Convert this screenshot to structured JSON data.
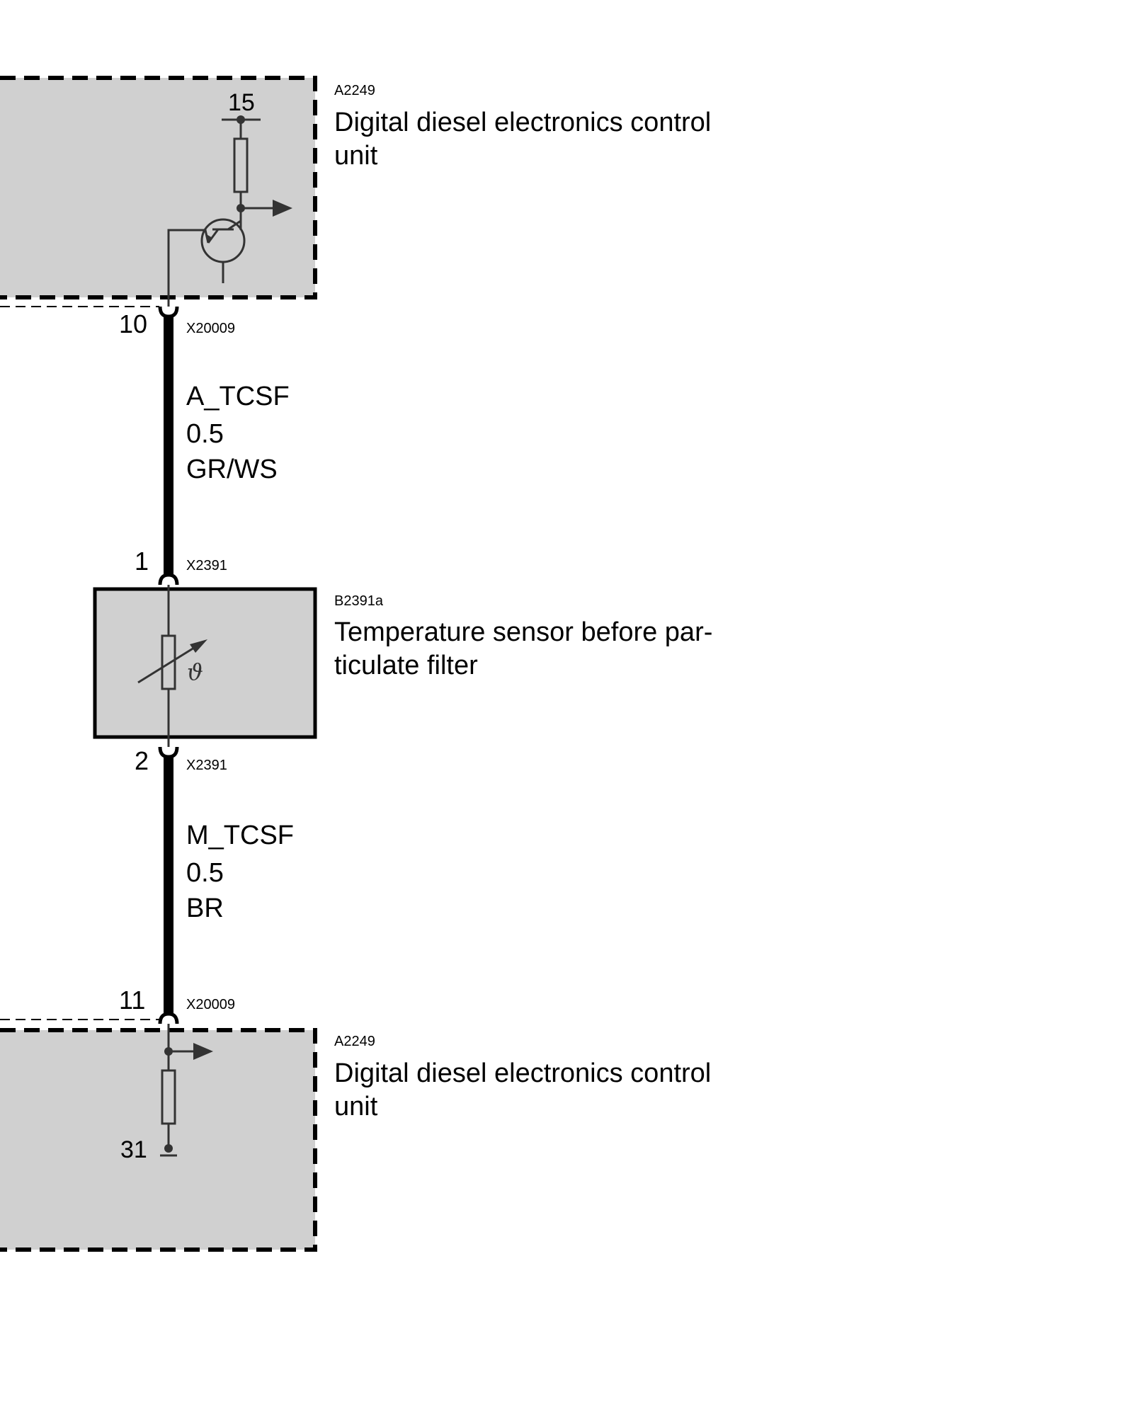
{
  "components": {
    "ecu_top": {
      "id": "A2249",
      "name_line1": "Digital diesel electronics control",
      "name_line2": "unit",
      "supply_terminal": "15"
    },
    "sensor": {
      "id": "B2391a",
      "name_line1": "Temperature sensor before par-",
      "name_line2": "ticulate filter",
      "symbol": "ϑ"
    },
    "ecu_bottom": {
      "id": "A2249",
      "name_line1": "Digital diesel electronics control",
      "name_line2": "unit",
      "ground_terminal": "31"
    }
  },
  "connectors": {
    "c1": {
      "pin": "10",
      "id": "X20009"
    },
    "c2": {
      "pin": "1",
      "id": "X2391"
    },
    "c3": {
      "pin": "2",
      "id": "X2391"
    },
    "c4": {
      "pin": "11",
      "id": "X20009"
    }
  },
  "wires": {
    "w1": {
      "signal": "A_TCSF",
      "gauge": "0.5",
      "color": "GR/WS"
    },
    "w2": {
      "signal": "M_TCSF",
      "gauge": "0.5",
      "color": "BR"
    }
  },
  "colors": {
    "fill": "#d0d0d0",
    "line": "#000000",
    "symbol": "#333333"
  }
}
